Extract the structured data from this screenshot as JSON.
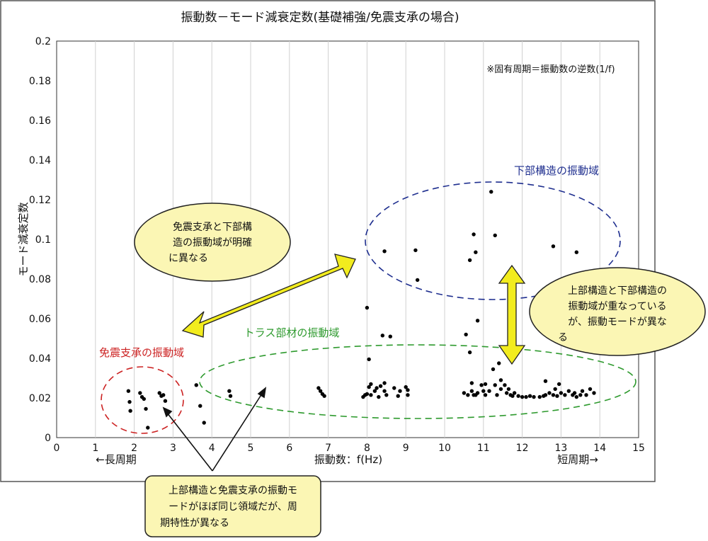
{
  "chart_data": {
    "type": "scatter",
    "title": "振動数－モード減衰定数(基礎補強/免震支承の場合)",
    "xlabel": "振動数：f(Hz)",
    "ylabel": "モード減衰定数",
    "xlim": [
      0,
      15
    ],
    "ylim": [
      0,
      0.2
    ],
    "x_ticks": [
      "0",
      "1",
      "2",
      "3",
      "4",
      "5",
      "6",
      "7",
      "8",
      "9",
      "10",
      "11",
      "12",
      "13",
      "14",
      "15"
    ],
    "y_ticks": [
      "0",
      "0.02",
      "0.04",
      "0.06",
      "0.08",
      "0.1",
      "0.12",
      "0.14",
      "0.16",
      "0.18",
      "0.2"
    ],
    "grid": "vertical",
    "marker_color": "#000000",
    "points": [
      {
        "x": 1.85,
        "y": 0.0235
      },
      {
        "x": 1.88,
        "y": 0.018
      },
      {
        "x": 1.9,
        "y": 0.0135
      },
      {
        "x": 2.15,
        "y": 0.0225
      },
      {
        "x": 2.2,
        "y": 0.0205
      },
      {
        "x": 2.25,
        "y": 0.0195
      },
      {
        "x": 2.3,
        "y": 0.0145
      },
      {
        "x": 2.35,
        "y": 0.005
      },
      {
        "x": 2.65,
        "y": 0.0225
      },
      {
        "x": 2.7,
        "y": 0.021
      },
      {
        "x": 2.75,
        "y": 0.0215
      },
      {
        "x": 2.8,
        "y": 0.0185
      },
      {
        "x": 3.6,
        "y": 0.0265
      },
      {
        "x": 3.7,
        "y": 0.016
      },
      {
        "x": 3.8,
        "y": 0.0075
      },
      {
        "x": 4.45,
        "y": 0.0235
      },
      {
        "x": 4.48,
        "y": 0.021
      },
      {
        "x": 6.75,
        "y": 0.025
      },
      {
        "x": 6.8,
        "y": 0.0235
      },
      {
        "x": 6.85,
        "y": 0.022
      },
      {
        "x": 6.9,
        "y": 0.021
      },
      {
        "x": 7.9,
        "y": 0.0205
      },
      {
        "x": 7.95,
        "y": 0.0215
      },
      {
        "x": 8.0,
        "y": 0.022
      },
      {
        "x": 8.0,
        "y": 0.0655
      },
      {
        "x": 8.05,
        "y": 0.0395
      },
      {
        "x": 8.05,
        "y": 0.0255
      },
      {
        "x": 8.1,
        "y": 0.027
      },
      {
        "x": 8.1,
        "y": 0.0215
      },
      {
        "x": 8.2,
        "y": 0.0235
      },
      {
        "x": 8.25,
        "y": 0.025
      },
      {
        "x": 8.3,
        "y": 0.0205
      },
      {
        "x": 8.35,
        "y": 0.026
      },
      {
        "x": 8.4,
        "y": 0.0515
      },
      {
        "x": 8.45,
        "y": 0.0275
      },
      {
        "x": 8.45,
        "y": 0.0235
      },
      {
        "x": 8.5,
        "y": 0.0215
      },
      {
        "x": 8.6,
        "y": 0.051
      },
      {
        "x": 8.7,
        "y": 0.025
      },
      {
        "x": 8.8,
        "y": 0.021
      },
      {
        "x": 8.85,
        "y": 0.0235
      },
      {
        "x": 9.0,
        "y": 0.0255
      },
      {
        "x": 9.05,
        "y": 0.024
      },
      {
        "x": 9.05,
        "y": 0.0215
      },
      {
        "x": 8.45,
        "y": 0.094
      },
      {
        "x": 9.25,
        "y": 0.0945
      },
      {
        "x": 9.3,
        "y": 0.0795
      },
      {
        "x": 10.5,
        "y": 0.0225
      },
      {
        "x": 10.55,
        "y": 0.052
      },
      {
        "x": 10.6,
        "y": 0.0215
      },
      {
        "x": 10.65,
        "y": 0.0895
      },
      {
        "x": 10.65,
        "y": 0.043
      },
      {
        "x": 10.7,
        "y": 0.0275
      },
      {
        "x": 10.7,
        "y": 0.0235
      },
      {
        "x": 10.75,
        "y": 0.1025
      },
      {
        "x": 10.75,
        "y": 0.0215
      },
      {
        "x": 10.8,
        "y": 0.0935
      },
      {
        "x": 10.8,
        "y": 0.0215
      },
      {
        "x": 10.85,
        "y": 0.059
      },
      {
        "x": 10.85,
        "y": 0.0225
      },
      {
        "x": 10.95,
        "y": 0.0265
      },
      {
        "x": 11.0,
        "y": 0.0235
      },
      {
        "x": 11.05,
        "y": 0.0215
      },
      {
        "x": 11.05,
        "y": 0.027
      },
      {
        "x": 11.15,
        "y": 0.0235
      },
      {
        "x": 11.2,
        "y": 0.124
      },
      {
        "x": 11.25,
        "y": 0.0345
      },
      {
        "x": 11.3,
        "y": 0.102
      },
      {
        "x": 11.3,
        "y": 0.0265
      },
      {
        "x": 11.35,
        "y": 0.0215
      },
      {
        "x": 11.4,
        "y": 0.0375
      },
      {
        "x": 11.45,
        "y": 0.0245
      },
      {
        "x": 11.45,
        "y": 0.029
      },
      {
        "x": 11.55,
        "y": 0.0265
      },
      {
        "x": 11.6,
        "y": 0.0225
      },
      {
        "x": 11.65,
        "y": 0.0245
      },
      {
        "x": 11.7,
        "y": 0.0215
      },
      {
        "x": 11.75,
        "y": 0.021
      },
      {
        "x": 11.8,
        "y": 0.0225
      },
      {
        "x": 11.9,
        "y": 0.021
      },
      {
        "x": 12.0,
        "y": 0.0205
      },
      {
        "x": 12.1,
        "y": 0.0205
      },
      {
        "x": 12.2,
        "y": 0.021
      },
      {
        "x": 12.3,
        "y": 0.0205
      },
      {
        "x": 12.45,
        "y": 0.0205
      },
      {
        "x": 12.55,
        "y": 0.021
      },
      {
        "x": 12.6,
        "y": 0.0215
      },
      {
        "x": 12.7,
        "y": 0.0225
      },
      {
        "x": 12.8,
        "y": 0.0965
      },
      {
        "x": 12.8,
        "y": 0.0215
      },
      {
        "x": 12.85,
        "y": 0.0245
      },
      {
        "x": 12.9,
        "y": 0.021
      },
      {
        "x": 13.0,
        "y": 0.0225
      },
      {
        "x": 13.1,
        "y": 0.0215
      },
      {
        "x": 13.2,
        "y": 0.0235
      },
      {
        "x": 13.3,
        "y": 0.0215
      },
      {
        "x": 13.35,
        "y": 0.0225
      },
      {
        "x": 13.4,
        "y": 0.0935
      },
      {
        "x": 13.4,
        "y": 0.0205
      },
      {
        "x": 13.5,
        "y": 0.0215
      },
      {
        "x": 13.55,
        "y": 0.0235
      },
      {
        "x": 13.65,
        "y": 0.0215
      },
      {
        "x": 13.75,
        "y": 0.0245
      },
      {
        "x": 13.85,
        "y": 0.0225
      },
      {
        "x": 12.6,
        "y": 0.0285
      },
      {
        "x": 12.95,
        "y": 0.027
      }
    ],
    "annotations": {
      "note": "※固有周期＝振動数の逆数(1/f)",
      "long_period": "←長周期",
      "short_period": "短周期→",
      "substructure_label": "下部構造の振動域",
      "truss_label": "トラス部材の振動域",
      "bearing_label": "免震支承の振動域",
      "callout_left": [
        "免震支承と下部構",
        "造の振動域が明確",
        "に異なる"
      ],
      "callout_right": [
        "上部構造と下部構造の",
        "振動域が重なっている",
        "が、振動モードが異な",
        "る"
      ],
      "callout_bottom": [
        "上部構造と免震支承の振動モ",
        "ードがほぼ同じ領域だが、周",
        "期特性が異なる"
      ]
    },
    "colors": {
      "substructure": "#1f2f8f",
      "truss": "#2e9a2e",
      "bearing": "#cc2222",
      "callout_fill": "#fbf6b4",
      "arrow_fill": "#f2ec1e"
    }
  }
}
